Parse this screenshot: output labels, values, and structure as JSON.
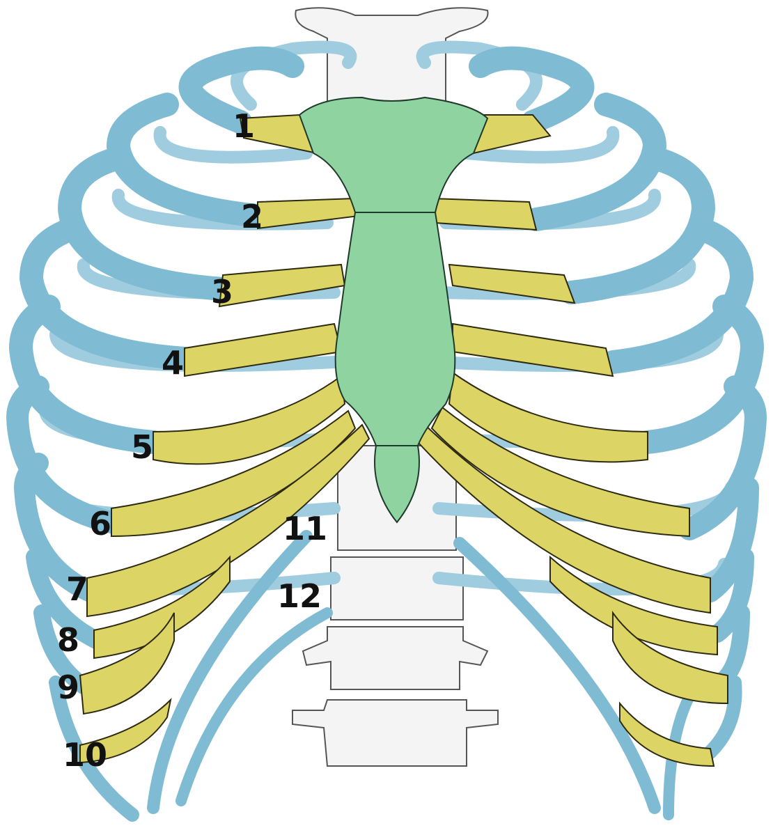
{
  "colors": {
    "rib": "#7fbcd3",
    "rib_dark": "#5aa5c2",
    "costal_cartilage": "#dcd565",
    "sternum": "#8fd3a0",
    "vertebra": "#f3f3f3",
    "label": "#111111"
  },
  "rib_labels": [
    "1",
    "2",
    "3",
    "4",
    "5",
    "6",
    "7",
    "8",
    "9",
    "10",
    "11",
    "12"
  ]
}
